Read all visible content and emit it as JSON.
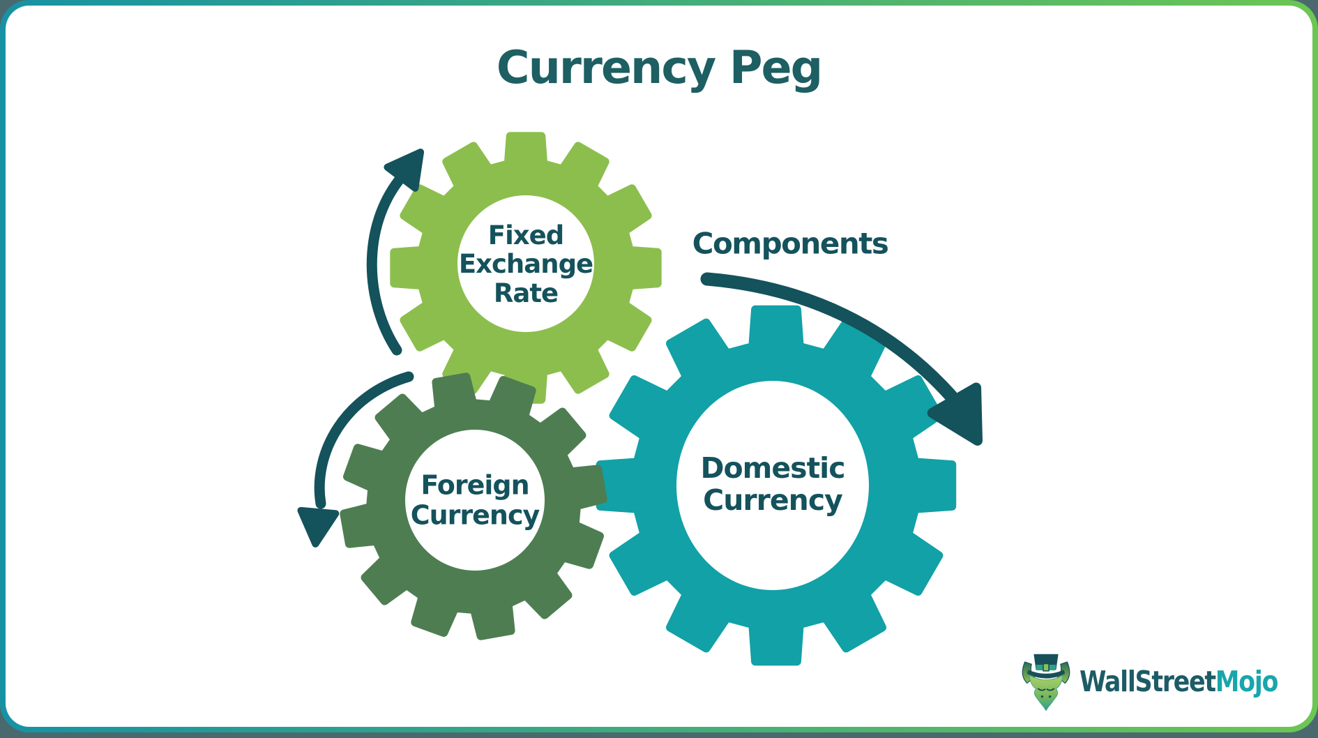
{
  "title": "Currency Peg",
  "components_label": "Components",
  "gears": {
    "fixed_exchange_rate": {
      "line1": "Fixed",
      "line2": "Exchange",
      "line3": "Rate"
    },
    "foreign_currency": {
      "line1": "Foreign",
      "line2": "Currency"
    },
    "domestic_currency": {
      "line1": "Domestic",
      "line2": "Currency"
    }
  },
  "logo": {
    "brand_part1": "WallStreet",
    "brand_part2": "Mojo"
  },
  "colors": {
    "title": "#1d5f63",
    "ink": "#14525c",
    "gear_fixed": "#8cbe4e",
    "gear_foreign": "#4e7d52",
    "gear_domestic": "#11a1a6",
    "border_start": "#1792a4",
    "border_end": "#6cc653",
    "background": "#ffffff",
    "outside_corner": "#4a696e",
    "logo_dark": "#1d5b66",
    "logo_teal": "#18a6ac",
    "bull_green": "#8cc053",
    "bull_teal": "#2fa18b",
    "bull_hat": "#185059"
  }
}
